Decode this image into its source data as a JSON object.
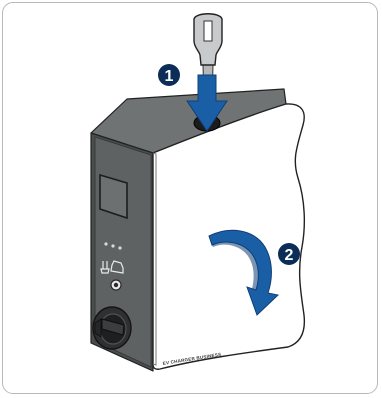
{
  "illustration": {
    "brand_text": "EV CHARGER BUSINESS",
    "steps": [
      {
        "label": "1"
      },
      {
        "label": "2"
      }
    ],
    "colors": {
      "frame_border": "#b9b9b9",
      "body_dark": "#5f6263",
      "body_side": "#4a4d4e",
      "body_top": "#707374",
      "cover": "#ffffff",
      "cover_outline": "#222222",
      "arrow_blue": "#1a5fa6",
      "arrow_dark_blue": "#0f3f78",
      "badge": "#0b2d57",
      "key": "#c8cacb"
    }
  }
}
